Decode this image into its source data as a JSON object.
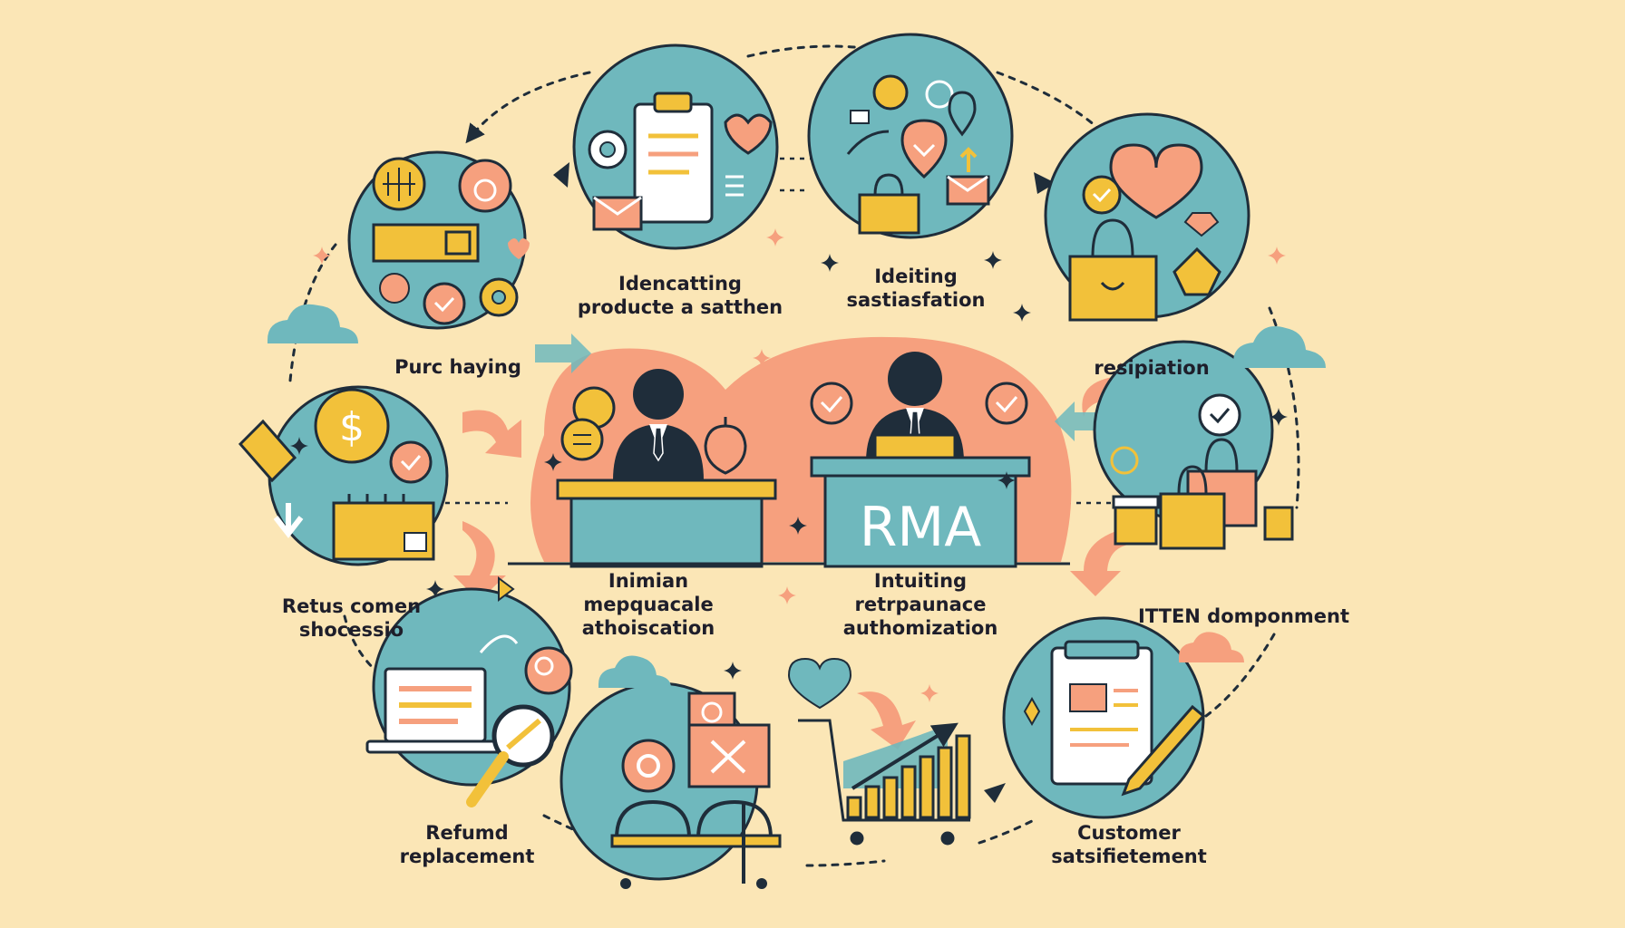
{
  "colors": {
    "background": "#fbe6b6",
    "circle": "#6fb8bd",
    "circle_stroke": "#1f2d3a",
    "coral": "#f6a07e",
    "yellow": "#f2c13a",
    "navy": "#1f2d3a",
    "white": "#ffffff"
  },
  "center": {
    "sign_text": "RMA",
    "left_label_lines": [
      "Inimian",
      "mepquacale",
      "athoiscation"
    ],
    "right_label_lines": [
      "Intuiting",
      "retrpaunace",
      "authomization"
    ]
  },
  "steps": [
    {
      "id": "purchasing",
      "label_lines": [
        "Purc haying"
      ],
      "icon": "shopping-icons"
    },
    {
      "id": "identifying-product",
      "label_lines": [
        "Idencatting",
        "producte a satthen"
      ],
      "icon": "clipboard-icon"
    },
    {
      "id": "identifying-satisfaction",
      "label_lines": [
        "Ideiting",
        "sastiasfation"
      ],
      "icon": "shopping-bag-icon"
    },
    {
      "id": "resipiation",
      "label_lines": [
        "resipiation"
      ],
      "icon": "heart-bag-icon"
    },
    {
      "id": "item-component",
      "label_lines": [
        "ITTEN domponment"
      ],
      "icon": "rma-bags-icon"
    },
    {
      "id": "customer-satisfaction",
      "label_lines": [
        "Customer",
        "satsifietement"
      ],
      "icon": "document-pen-icon"
    },
    {
      "id": "refund-replacement",
      "label_lines": [
        "Refumd",
        "replacement"
      ],
      "icon": "laptop-magnifier-icon"
    },
    {
      "id": "return-shipping",
      "label_lines": [
        "Retus comen",
        "shocessio"
      ],
      "icon": "coin-box-icon"
    }
  ],
  "bottom_center": {
    "icon": "growth-chart-icon"
  }
}
